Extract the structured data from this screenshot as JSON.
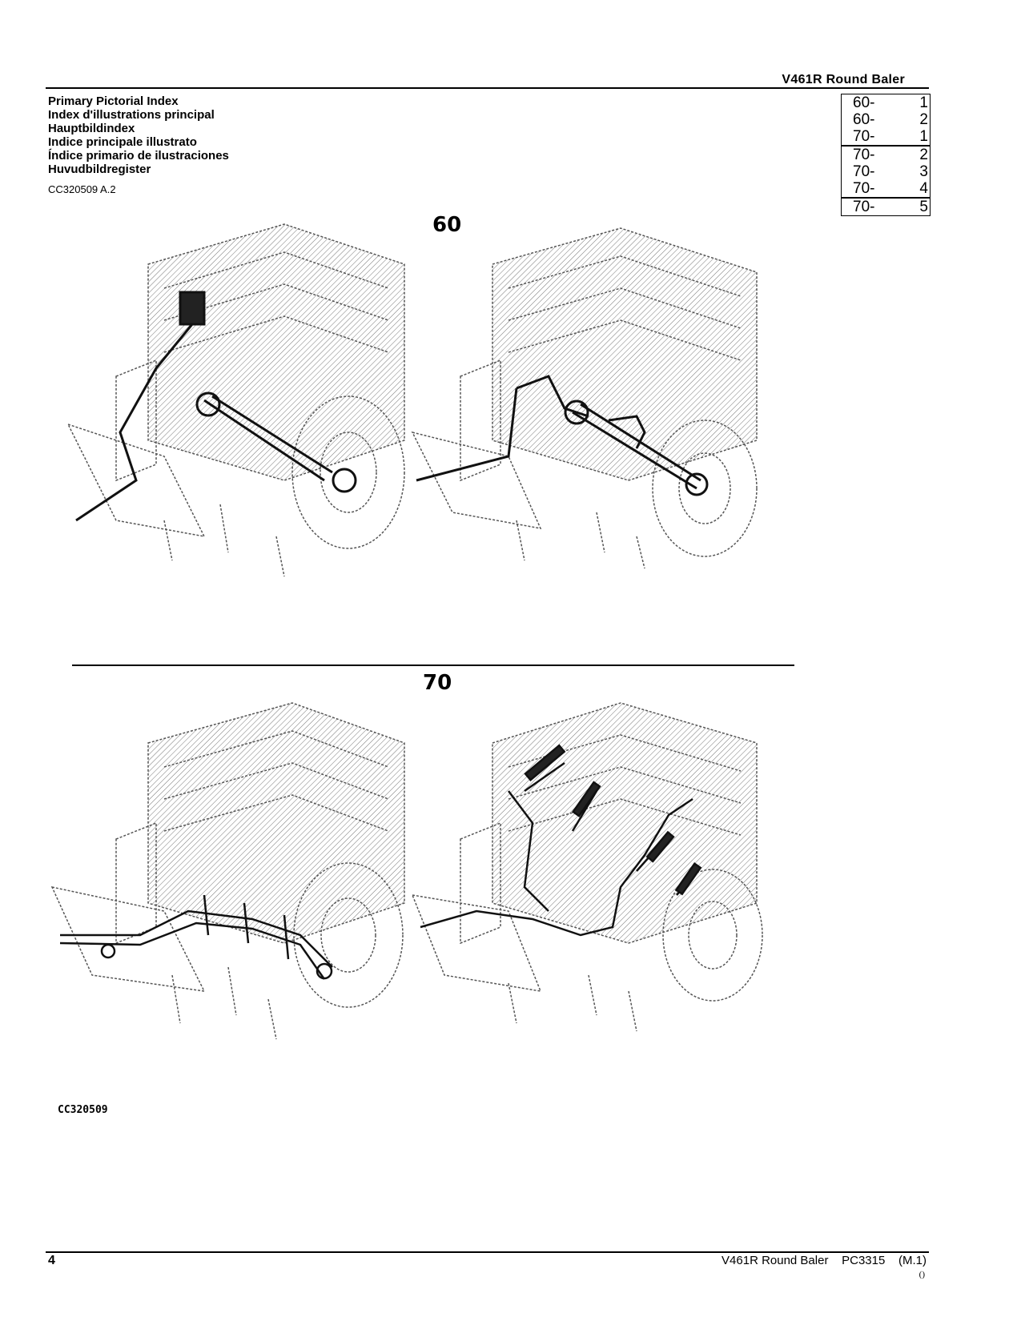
{
  "header": {
    "title": "V461R  Round  Baler"
  },
  "titles": [
    "Primary Pictorial Index",
    "Index d'illustrations principal",
    "Hauptbildindex",
    "Indice principale illustrato",
    "Índice primario de ilustraciones",
    "Huvudbildregister"
  ],
  "doc_ref": "CC320509 A.2",
  "index_table": {
    "groups": [
      [
        {
          "section": "60-",
          "page": "1"
        },
        {
          "section": "60-",
          "page": "2"
        },
        {
          "section": "70-",
          "page": "1"
        }
      ],
      [
        {
          "section": "70-",
          "page": "2"
        },
        {
          "section": "70-",
          "page": "3"
        },
        {
          "section": "70-",
          "page": "4"
        }
      ],
      [
        {
          "section": "70-",
          "page": "5"
        }
      ]
    ]
  },
  "sections": [
    {
      "label": "60"
    },
    {
      "label": "70"
    }
  ],
  "figure_code": "CC320509",
  "footer": {
    "page_number": "4",
    "text": "V461R Round Baler    PC3315    (M.1)",
    "mark": "()"
  }
}
